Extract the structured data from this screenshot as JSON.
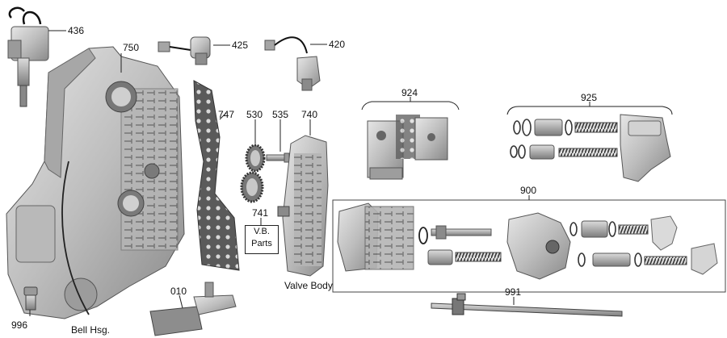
{
  "parts": {
    "p436": {
      "label": "436",
      "icon": "solenoid-valve-icon"
    },
    "p750": {
      "label": "750",
      "icon": "bell-housing-icon"
    },
    "p425": {
      "label": "425",
      "icon": "sensor-icon"
    },
    "p420": {
      "label": "420",
      "icon": "wired-sensor-icon"
    },
    "p747": {
      "label": "747",
      "icon": "gasket-plate-icon"
    },
    "p530": {
      "label": "530",
      "icon": "gear-icon"
    },
    "p535": {
      "label": "535",
      "icon": "shaft-pin-icon"
    },
    "p740": {
      "label": "740",
      "icon": "valve-body-icon"
    },
    "p924": {
      "label": "924",
      "icon": "valve-assembly-icon"
    },
    "p925": {
      "label": "925",
      "icon": "spring-valve-set-icon"
    },
    "p900": {
      "label": "900",
      "icon": "valve-body-kit-icon"
    },
    "p741": {
      "label": "741",
      "box_line1": "V.B.",
      "box_line2": "Parts"
    },
    "p010": {
      "label": "010",
      "icon": "filter-screen-icon"
    },
    "p991": {
      "label": "991",
      "icon": "manual-shaft-icon"
    },
    "p996": {
      "label": "996",
      "icon": "bolt-icon"
    }
  },
  "captions": {
    "valve_body": "Valve Body",
    "bell_housing": "Bell Hsg."
  },
  "colors": {
    "metal_light": "#d4d4d4",
    "metal_mid": "#a9a9a9",
    "metal_dark": "#6f6f6f",
    "spring": "#4a4a4a",
    "line": "#222222"
  }
}
